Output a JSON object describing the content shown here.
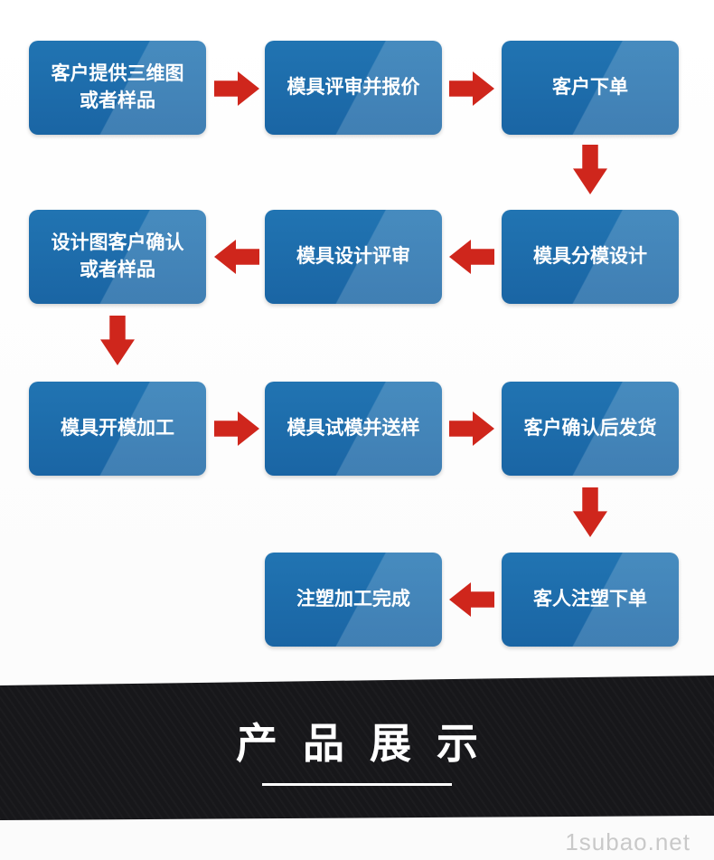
{
  "flow": {
    "steps": [
      {
        "label": "客户提供三维图\n或者样品"
      },
      {
        "label": "模具评审并报价"
      },
      {
        "label": "客户下单"
      },
      {
        "label": "模具分模设计"
      },
      {
        "label": "模具设计评审"
      },
      {
        "label": "设计图客户确认\n或者样品"
      },
      {
        "label": "模具开模加工"
      },
      {
        "label": "模具试模并送样"
      },
      {
        "label": "客户确认后发货"
      },
      {
        "label": "客人注塑下单"
      },
      {
        "label": "注塑加工完成"
      }
    ]
  },
  "banner": {
    "title": "产品展示"
  },
  "watermark": {
    "text": "1subao.net"
  },
  "colors": {
    "box_blue": "#1a65a4",
    "box_highlight": "#3e8fc9",
    "arrow_red": "#cf261c",
    "banner_bg": "#17171a"
  }
}
